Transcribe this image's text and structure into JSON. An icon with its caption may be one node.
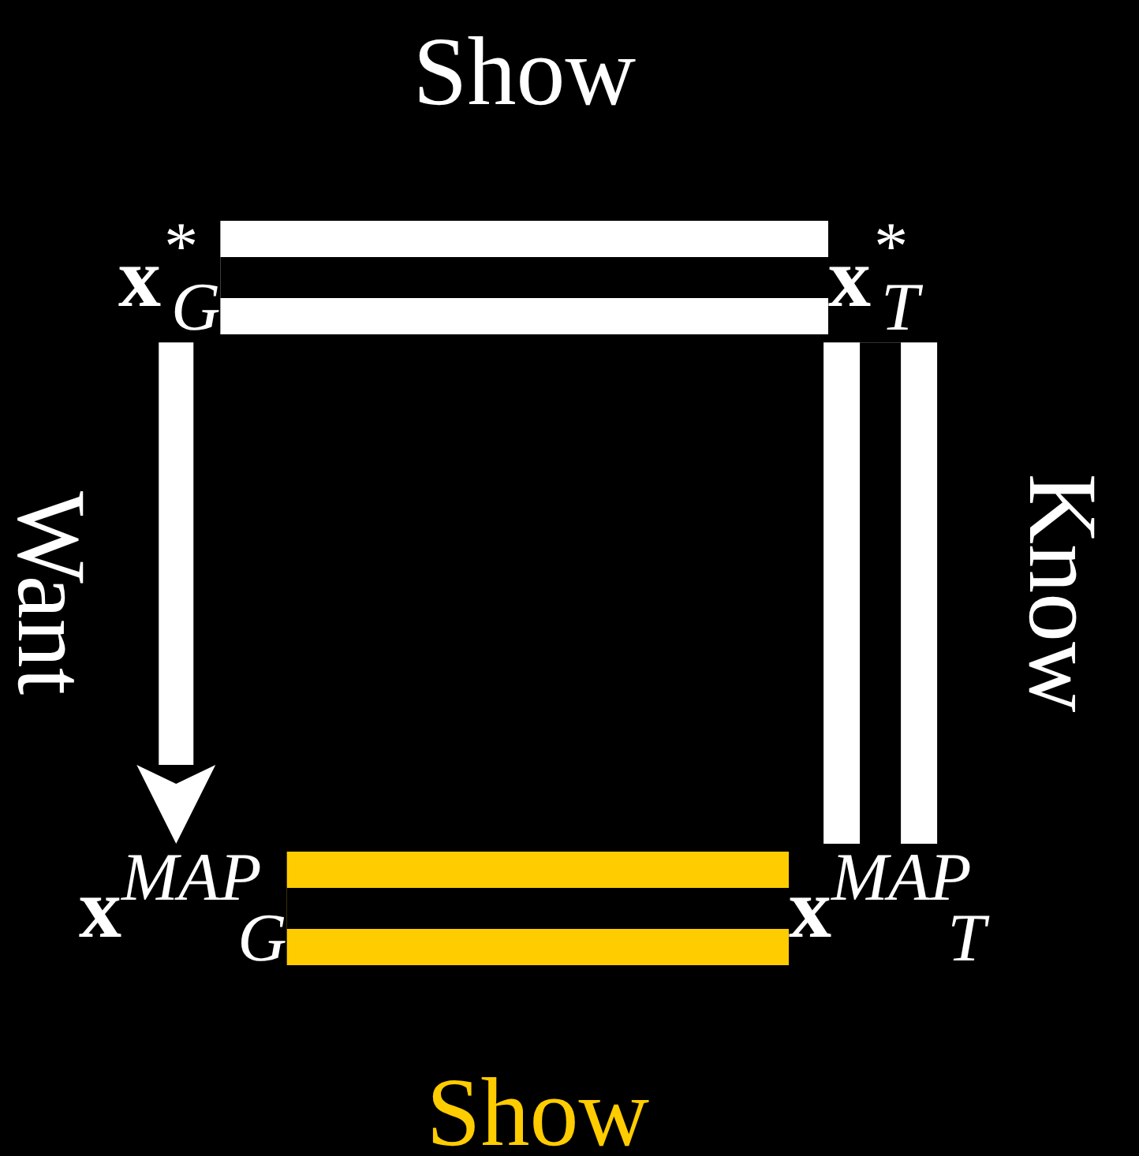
{
  "diagram": {
    "nodes": [
      {
        "text": [
          "**x**$^{*}$$_{G}$"
        ]
      },
      {
        "text": [
          "**x**$^{*}$$_{T}$"
        ]
      },
      {
        "text": [
          "**x**$^{MAP}$$_{G}$"
        ]
      },
      {
        "text": [
          "**x**$^{MAP}$$_{T}$"
        ]
      }
    ],
    "edges": [
      {
        "from": 0,
        "to": 1,
        "arrow": "none",
        "label": "Show"
      },
      {
        "from": 0,
        "to": 2,
        "arrow": "to",
        "label": "Want"
      },
      {
        "from": 1,
        "to": 3,
        "arrow": "none",
        "label": "Know"
      },
      {
        "from": 2,
        "to": 3,
        "arrow": "none",
        "label": "Show",
        "color": "#ffcc00"
      }
    ]
  }
}
